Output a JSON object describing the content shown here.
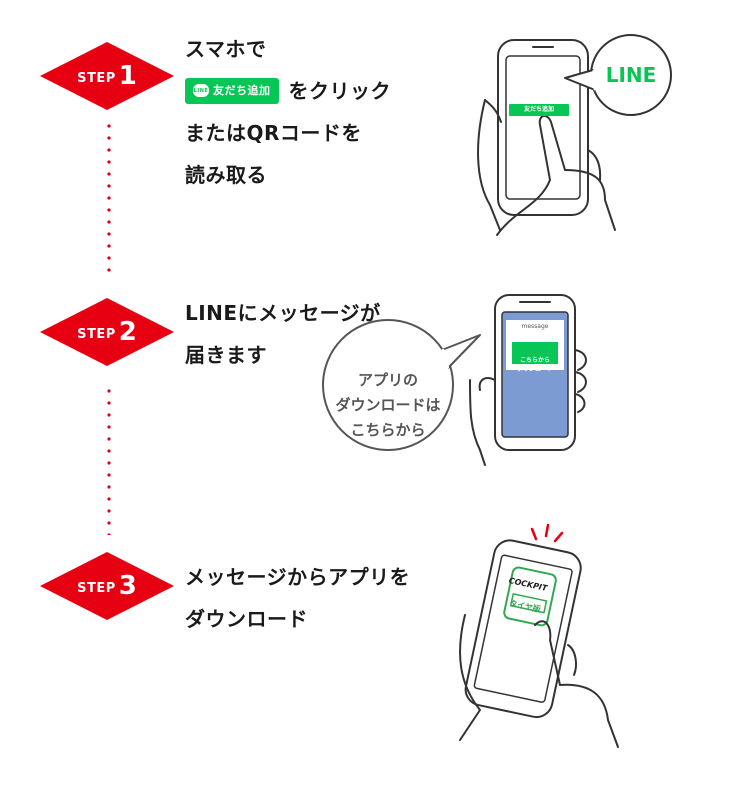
{
  "steps": [
    {
      "word": "STEP",
      "number": "1",
      "line1": "スマホで",
      "button_label": "友だち追加",
      "button_icon": "LINE",
      "line2_suffix": "をクリック",
      "line3": "またはQRコードを",
      "line4": "読み取る",
      "bubble": "LINE"
    },
    {
      "word": "STEP",
      "number": "2",
      "line1": "LINEにメッセージが",
      "line2": "届きます",
      "phone_header": "message",
      "phone_button_line1": "こちらから",
      "phone_button_line2": "ダウンロード",
      "bubble_lines": [
        "アプリの",
        "ダウンロードは",
        "こちらから"
      ]
    },
    {
      "word": "STEP",
      "number": "3",
      "line1": "メッセージからアプリを",
      "line2": "ダウンロード",
      "app_name": "COCKPIT",
      "app_tag": "タイヤ版"
    }
  ],
  "colors": {
    "accent": "#e60012",
    "line_green": "#06c755",
    "message_blue": "#7d9bd3",
    "app_green": "#2fa84f"
  }
}
